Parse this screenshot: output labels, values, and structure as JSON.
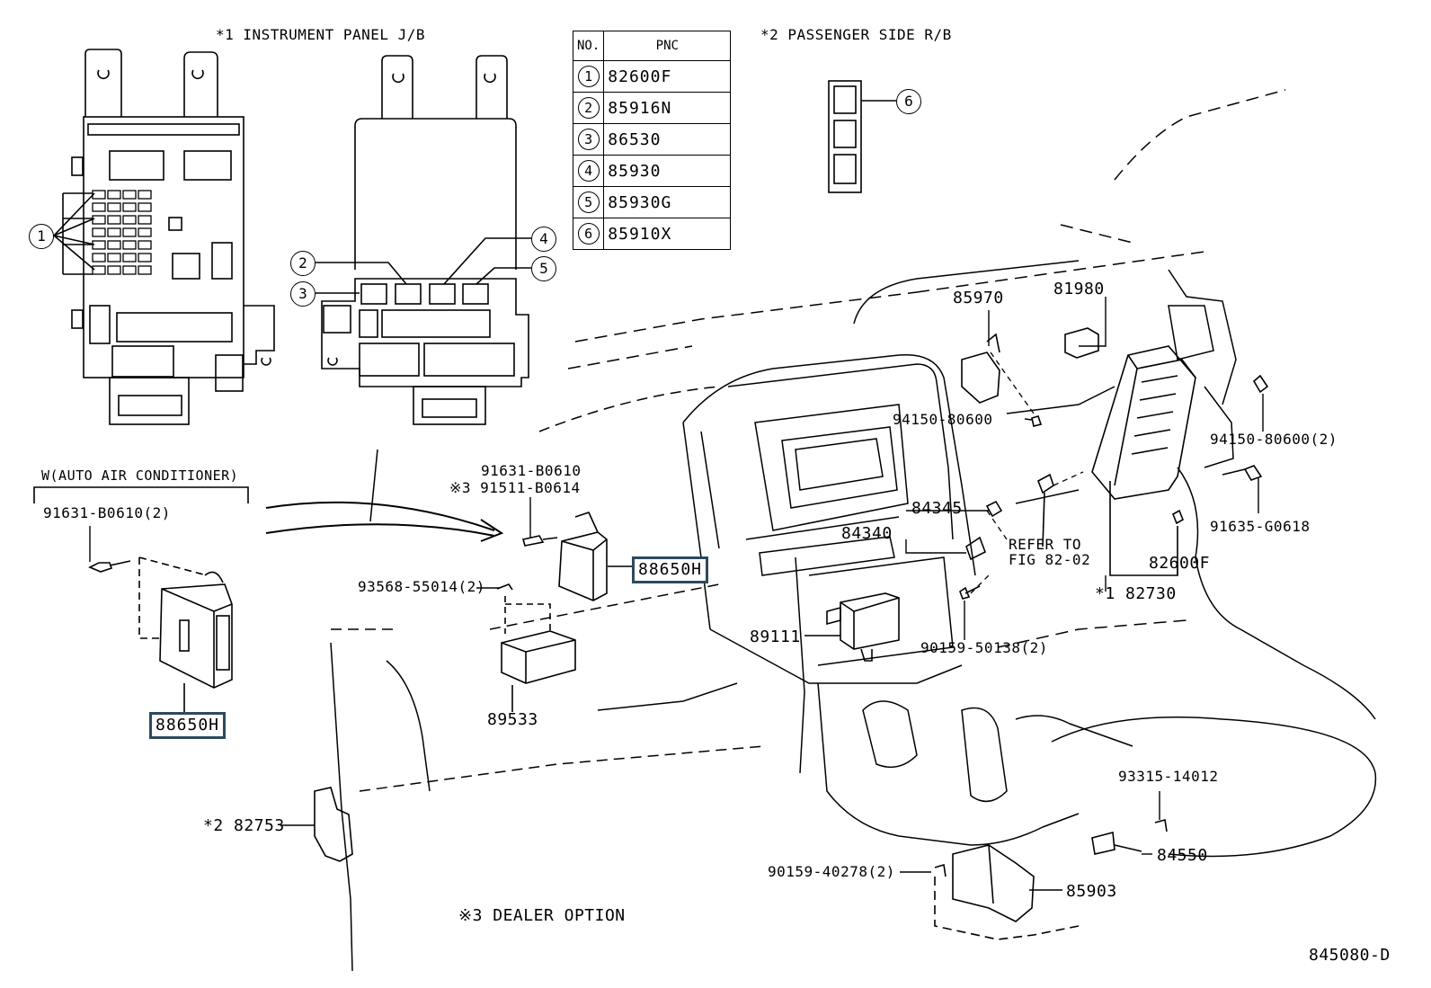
{
  "headers": {
    "jb": "*1 INSTRUMENT PANEL J/B",
    "rb": "*2 PASSENGER SIDE R/B",
    "variant": "W(AUTO AIR CONDITIONER)",
    "dealer": "※3  DEALER OPTION",
    "figure_id": "845080-D"
  },
  "pnc_table": {
    "col_no": "NO.",
    "col_pnc": "PNC",
    "rows": [
      {
        "no": "1",
        "pnc": "82600F"
      },
      {
        "no": "2",
        "pnc": "85916N"
      },
      {
        "no": "3",
        "pnc": "86530"
      },
      {
        "no": "4",
        "pnc": "85930"
      },
      {
        "no": "5",
        "pnc": "85930G"
      },
      {
        "no": "6",
        "pnc": "85910X"
      }
    ]
  },
  "callouts": {
    "c1": "1",
    "c2": "2",
    "c3": "3",
    "c4": "4",
    "c5": "5",
    "c6": "6"
  },
  "highlighted_part": "88650H",
  "parts": {
    "p91631_2": "91631-B0610(2)",
    "p91631": "91631-B0610",
    "p91511": "※3 91511-B0614",
    "p93568": "93568-55014(2)",
    "p89533": "89533",
    "p85970": "85970",
    "p81980": "81980",
    "p94150a": "94150-80600",
    "p94150b": "94150-80600(2)",
    "p84345": "84345",
    "p84340": "84340",
    "refer1": "REFER TO",
    "refer2": "FIG 82-02",
    "p82600F": "82600F",
    "p91635": "91635-G0618",
    "p82730": "*1 82730",
    "p89111": "89111",
    "p90159a": "90159-50138(2)",
    "p82753": "*2 82753",
    "p93315": "93315-14012",
    "p84550": "84550",
    "p90159b": "90159-40278(2)",
    "p85903": "85903"
  }
}
